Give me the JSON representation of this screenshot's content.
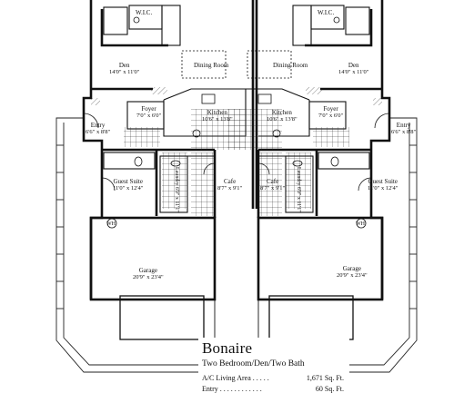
{
  "plan": {
    "title": "Bonaire",
    "subtitle": "Two Bedroom/Den/Two Bath",
    "specs": [
      {
        "label": "A/C Living Area",
        "leader": " . . . . . ",
        "value": "1,671 Sq. Ft."
      },
      {
        "label": "Entry",
        "leader": " . . . . . . . . . . . . ",
        "value": "60 Sq. Ft."
      }
    ]
  },
  "rooms": {
    "wic_left": "W.I.C.",
    "wic_right": "W.I.C.",
    "den": "Den",
    "den_dim": "14'0\" x 11'0\"",
    "dining": "Dining Room",
    "foyer": "Foyer",
    "foyer_dim": "7'0\" x 6'0\"",
    "kitchen": "Kitchen",
    "kitchen_dim": "10'6\" x 13'8\"",
    "entry": "Entry",
    "entry_dim": "6'6\" x 8'8\"",
    "guest": "Guest Suite",
    "guest_dim": "11'0\" x 12'4\"",
    "laundry": "Laundry",
    "laundry_dim": "6'0\" x 11'1\"",
    "cafe": "Cafe",
    "cafe_dim": "8'7\" x 9'1\"",
    "garage": "Garage",
    "garage_dim": "20'9\" x 23'4\"",
    "wh": "WH"
  }
}
